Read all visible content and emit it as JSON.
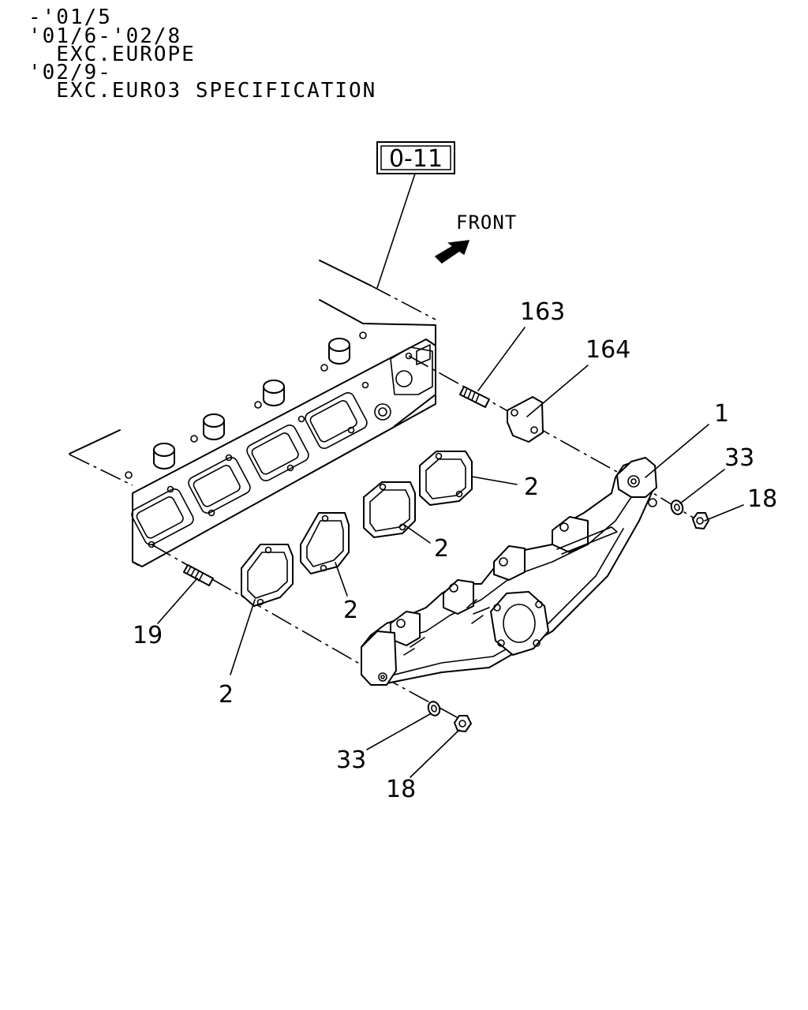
{
  "notes": [
    "-'01/5",
    "'01/6-'02/8",
    "  EXC.EUROPE",
    "'02/9-",
    "  EXC.EURO3 SPECIFICATION"
  ],
  "reference_box": "0-11",
  "direction_label": "FRONT",
  "callouts": {
    "c163": "163",
    "c164": "164",
    "c1": "1",
    "c33_right": "33",
    "c18_right": "18",
    "c2_a": "2",
    "c2_b": "2",
    "c2_c": "2",
    "c2_d": "2",
    "c19": "19",
    "c33_bottom": "33",
    "c18_bottom": "18"
  }
}
